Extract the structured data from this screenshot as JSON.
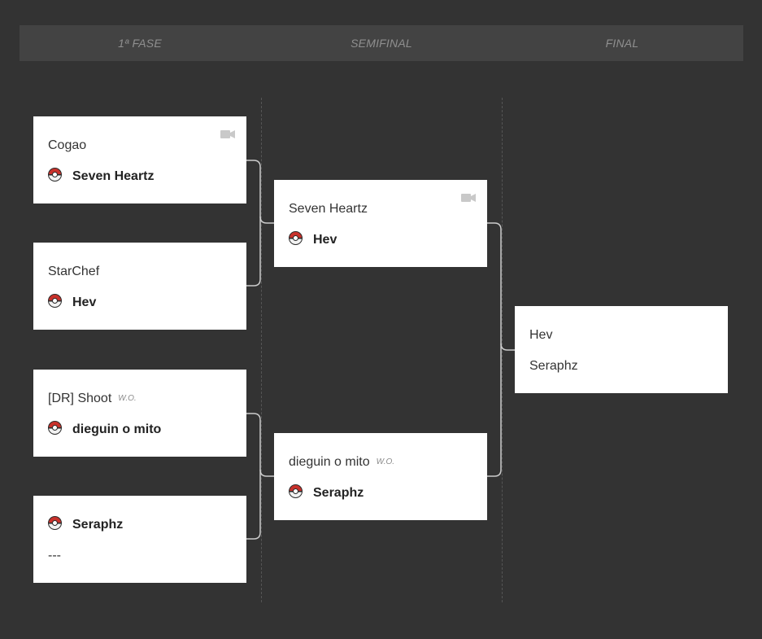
{
  "rounds": [
    {
      "label": "1ª FASE"
    },
    {
      "label": "SEMIFINAL"
    },
    {
      "label": "FINAL"
    }
  ],
  "matches": {
    "r1m1": {
      "top": "Cogao",
      "bottom": "Seven Heartz"
    },
    "r1m2": {
      "top": "StarChef",
      "bottom": "Hev"
    },
    "r1m3": {
      "top": "[DR] Shoot",
      "top_note": "W.O.",
      "bottom": "dieguin o mito"
    },
    "r1m4": {
      "top": "Seraphz",
      "bottom": "---"
    },
    "sf1": {
      "top": "Seven Heartz",
      "bottom": "Hev"
    },
    "sf2": {
      "top": "dieguin o mito",
      "top_note": "W.O.",
      "bottom": "Seraphz"
    },
    "final": {
      "top": "Hev",
      "bottom": "Seraphz"
    }
  },
  "icons": {
    "video": "video-camera-icon",
    "ball": "pokeball-icon"
  },
  "colors": {
    "background": "#333333",
    "header": "#434343",
    "card": "#ffffff",
    "connector": "#cccccc",
    "ball_red": "#c8312b"
  }
}
